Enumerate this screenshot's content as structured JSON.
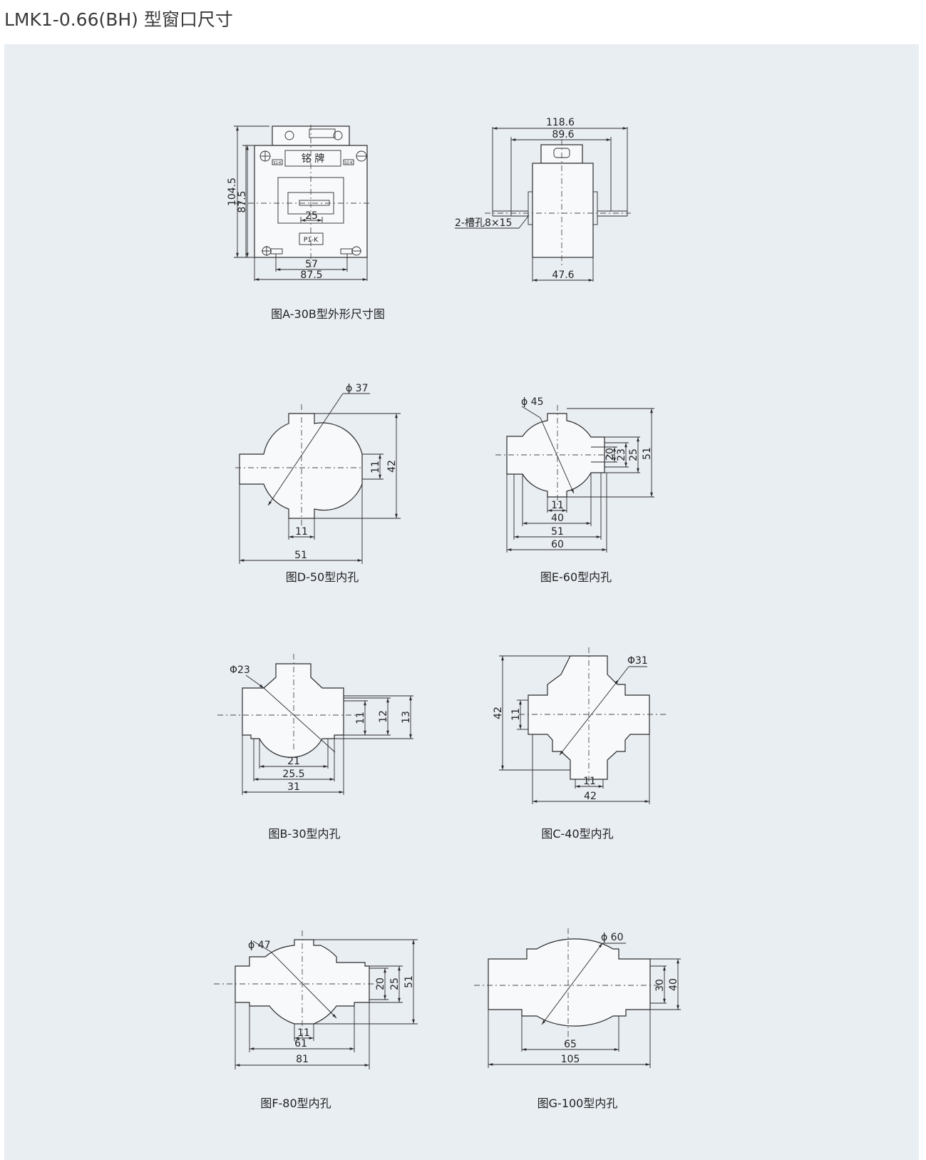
{
  "title": "LMK1-0.66(BH) 型窗口尺寸",
  "colors": {
    "panel_bg": "#e9eef3",
    "line": "#2b2b2b",
    "text": "#222222"
  },
  "figA": {
    "caption": "图A-30B型外形尺寸图",
    "nameplate": "铭  牌",
    "terminal_left": "S1-K",
    "terminal_right": "S2-K",
    "terminal_bottom": "P1-K",
    "front": {
      "height_outer": "104.5",
      "height_inner": "87.5",
      "window": "25",
      "mount": "57",
      "width": "87.5"
    },
    "side": {
      "width_outer": "118.6",
      "width_inner": "89.6",
      "slot": "2-槽孔8×15",
      "depth": "47.6"
    }
  },
  "figD": {
    "caption": "图D-50型内孔",
    "dia": "ϕ 37",
    "v_slot": "11",
    "height": "42",
    "h_slot": "11",
    "width": "51"
  },
  "figE": {
    "caption": "图E-60型内孔",
    "dia": "ϕ 45",
    "dims_v": [
      "20",
      "23",
      "25",
      "51"
    ],
    "dims_h": [
      "11",
      "40",
      "51",
      "60"
    ]
  },
  "figB": {
    "caption": "图B-30型内孔",
    "dia": "Φ23",
    "dims_v": [
      "11",
      "12",
      "13"
    ],
    "dims_h": [
      "21",
      "25.5",
      "31"
    ]
  },
  "figC": {
    "caption": "图C-40型内孔",
    "dia": "Φ31",
    "height": "42",
    "v_slot": "11",
    "h_slot": "11",
    "width": "42"
  },
  "figF": {
    "caption": "图F-80型内孔",
    "dia": "ϕ 47",
    "dims_v": [
      "20",
      "25",
      "51"
    ],
    "dims_h": [
      "11",
      "61",
      "81"
    ]
  },
  "figG": {
    "caption": "图G-100型内孔",
    "dia": "ϕ 60",
    "dims_v": [
      "30",
      "40"
    ],
    "dims_h": [
      "65",
      "105"
    ]
  }
}
